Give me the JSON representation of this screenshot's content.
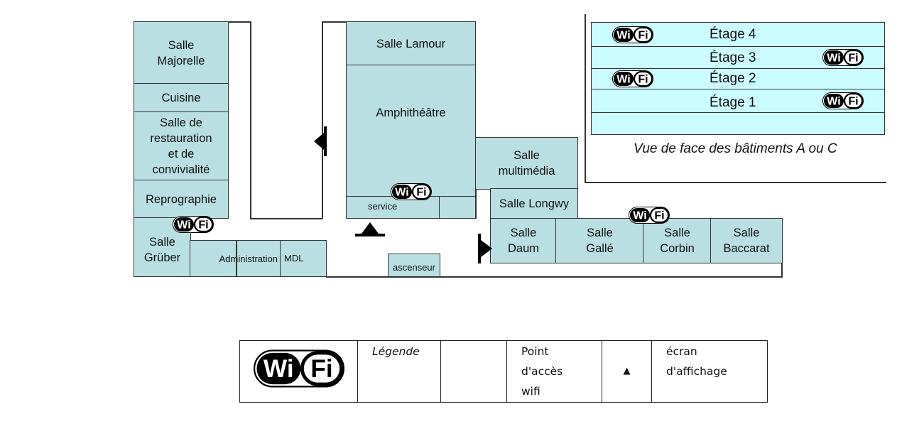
{
  "rooms": {
    "majorelle": "Salle\nMajorelle",
    "cuisine": "Cuisine",
    "restauration": "Salle de\nrestauration\net de\nconvivialité",
    "reprographie": "Reprographie",
    "gruber": "Salle\nGrüber",
    "administration": "Administration",
    "mdl": "MDL",
    "lamour": "Salle Lamour",
    "amphitheatre": "Amphithéâtre",
    "service": "service",
    "ascenseur": "ascenseur",
    "multimedia": "Salle\nmultimédia",
    "longwy": "Salle Longwy",
    "daum": "Salle\nDaum",
    "galle": "Salle\nGallé",
    "corbin": "Salle\nCorbin",
    "baccarat": "Salle\nBaccarat"
  },
  "wifi_logo_text": {
    "wi": "Wi",
    "fi": "Fi"
  },
  "elevation": {
    "floors": [
      "Étage 4",
      "Étage 3",
      "Étage 2",
      "Étage 1"
    ],
    "caption": "Vue de face des bâtiments A ou C"
  },
  "legend": {
    "title": "Légende",
    "wifi_label": "Point\nd'accès\nwifi",
    "screen_symbol": "▲",
    "screen_label": "écran\nd'affichage"
  },
  "colors": {
    "room_fill": "#b9dfe2",
    "floor_fill": "#cbfcff",
    "outline": "#333333"
  }
}
